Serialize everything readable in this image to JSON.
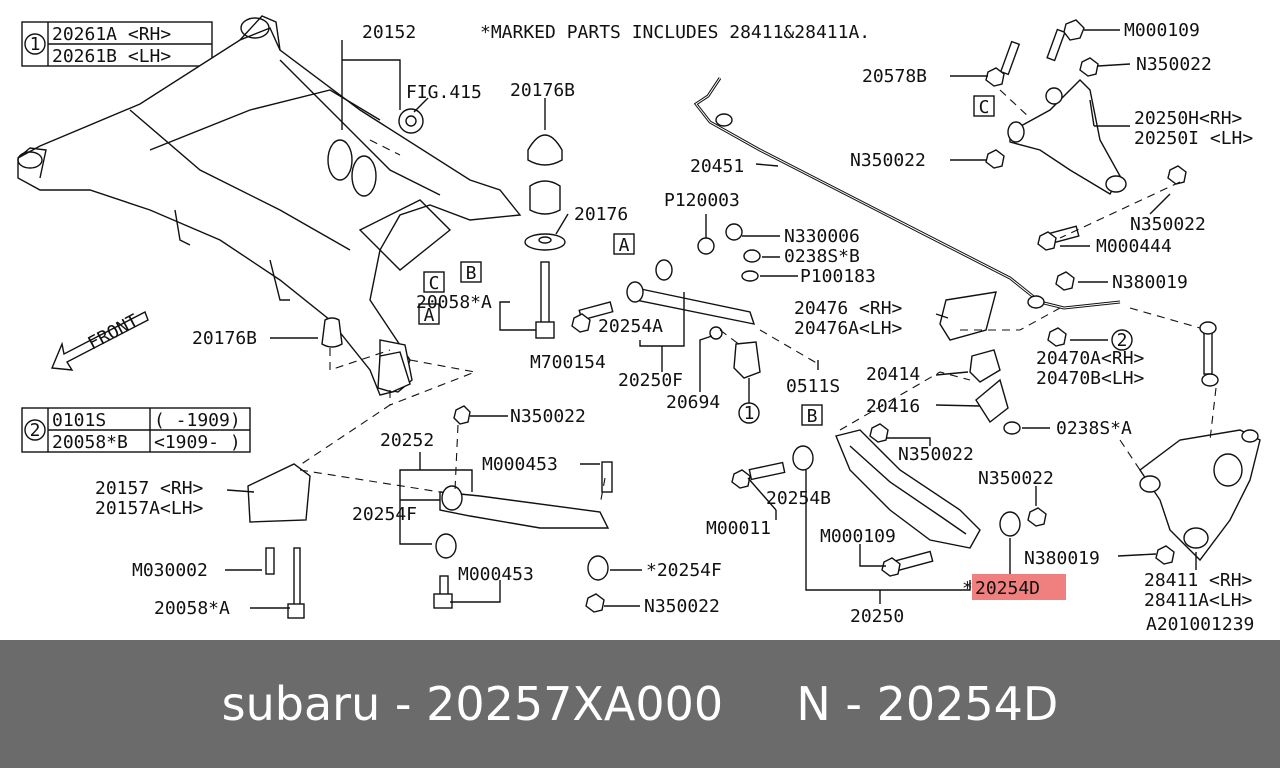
{
  "colors": {
    "highlight": "#f08080",
    "footer_bg": "#6b6b6b",
    "ink": "#111111"
  },
  "legend1": {
    "circle": "1",
    "row1": "20261A  <RH>",
    "row2": "20261B  <LH>"
  },
  "legend2": {
    "circle": "2",
    "row1_a": "0101S",
    "row1_b": "( -1909)",
    "row2_a": "20058*B",
    "row2_b": "<1909- )"
  },
  "note": "*MARKED PARTS INCLUDES 28411&28411A.",
  "front_label": "FRONT",
  "letters": {
    "a": "A",
    "b": "B",
    "c": "C"
  },
  "labels": {
    "l20152": "20152",
    "fig415": "FIG.415",
    "l20176B_top": "20176B",
    "l20176": "20176",
    "l20058A_mid": "20058*A",
    "m700154": "M700154",
    "l20254A": "20254A",
    "l20250F": "20250F",
    "l20694": "20694",
    "l20176B_left": "20176B",
    "l20157": "20157 <RH>",
    "l20157A": "20157A<LH>",
    "m030002": "M030002",
    "l20058A_bot": "20058*A",
    "n350022_a": "N350022",
    "l20252": "20252",
    "m000453_a": "M000453",
    "l20254F": "20254F",
    "m000453_b": "M000453",
    "l20254F_star": "*20254F",
    "n350022_b": "N350022",
    "p120003": "P120003",
    "n330006": "N330006",
    "l0238SB": "0238S*B",
    "p100183": "P100183",
    "l0511S": "0511S",
    "l20451": "20451",
    "m000109_top": "M000109",
    "l20578B": "20578B",
    "n350022_c": "N350022",
    "l20250H": "20250H<RH>",
    "l20250I": "20250I <LH>",
    "n350022_d": "N350022",
    "n350022_e": "N350022",
    "m000444": "M000444",
    "n380019_a": "N380019",
    "l20476": "20476 <RH>",
    "l20476A": "20476A<LH>",
    "l20470A": "20470A<RH>",
    "l20470B": "20470B<LH>",
    "l20414": "20414",
    "l20416": "20416",
    "l0238SA": "0238S*A",
    "n350022_f": "N350022",
    "n350022_g": "N350022",
    "m00011": "M00011",
    "l20254B": "20254B",
    "m000109_low": "M000109",
    "l20254D": "20254D",
    "star": "*",
    "l20250": "20250",
    "n380019_b": "N380019",
    "l28411": "28411 <RH>",
    "l28411A": "28411A<LH>",
    "diagram_code": "A201001239"
  },
  "footer": {
    "text": "subaru - 20257XA000     N - 20254D"
  }
}
